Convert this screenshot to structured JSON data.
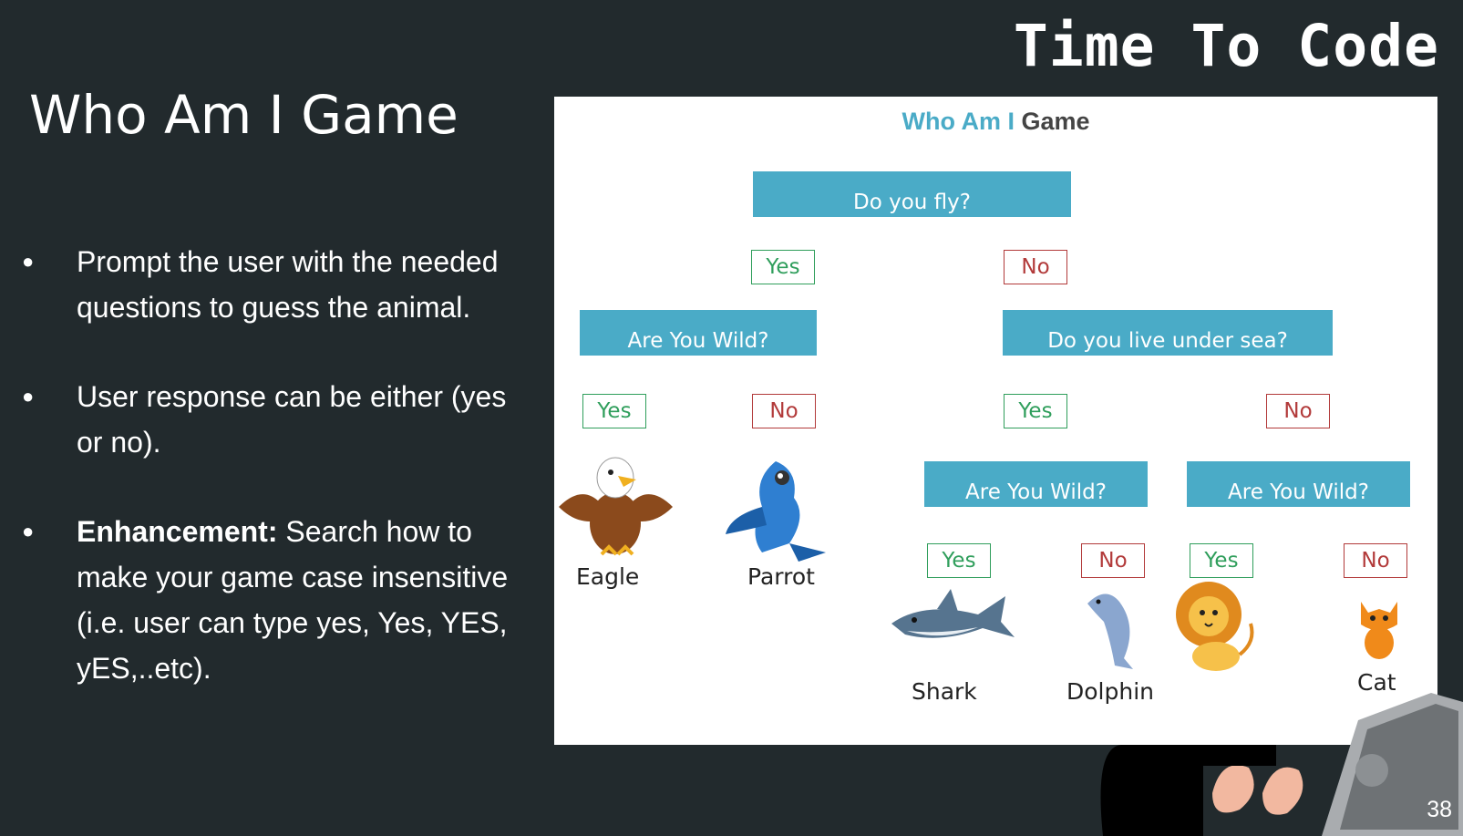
{
  "header": {
    "title": "Time To Code"
  },
  "slide": {
    "title": "Who Am I Game",
    "page_number": "38"
  },
  "bullets": [
    {
      "text": "Prompt the user with the needed questions to guess the animal."
    },
    {
      "text": "User response can be either (yes or no)."
    },
    {
      "bold": "Enhancement:",
      "text": " Search how to make your game case insensitive  (i.e. user can type yes, Yes, YES, yES,..etc)."
    }
  ],
  "diagram": {
    "title_highlight": "Who Am I",
    "title_rest": " Game",
    "root_question": "Do you fly?",
    "fly_yes": "Yes",
    "fly_no": "No",
    "wild_question_1": "Are You Wild?",
    "sea_question": "Do you live under sea?",
    "wild1_yes": "Yes",
    "wild1_no": "No",
    "sea_yes": "Yes",
    "sea_no": "No",
    "wild_question_2": "Are You Wild?",
    "wild_question_3": "Are You Wild?",
    "wild2_yes": "Yes",
    "wild2_no": "No",
    "wild3_yes": "Yes",
    "wild3_no": "No",
    "animals": {
      "eagle": "Eagle",
      "parrot": "Parrot",
      "shark": "Shark",
      "dolphin": "Dolphin",
      "cat": "Cat"
    },
    "colors": {
      "question_bg": "#4aabc7",
      "yes": "#2f9e5b",
      "no": "#b23a3a"
    }
  },
  "colors": {
    "background": "#222a2d"
  }
}
